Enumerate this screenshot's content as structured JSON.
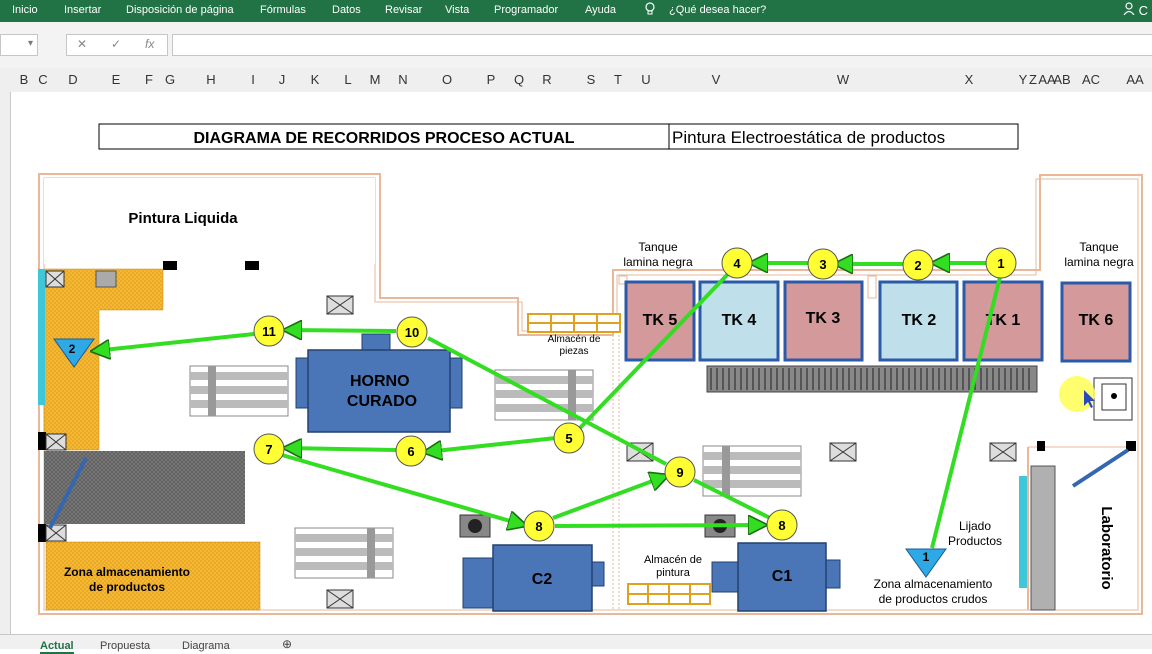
{
  "ribbon": {
    "tabs": [
      "Inicio",
      "Insertar",
      "Disposición de página",
      "Fórmulas",
      "Datos",
      "Revisar",
      "Vista",
      "Programador",
      "Ayuda"
    ],
    "tell_me": "¿Qué desea hacer?",
    "user_initial": "C"
  },
  "formula_bar": {
    "fx": "fx",
    "cancel": "✕",
    "enter": "✓"
  },
  "columns": [
    "B",
    "C",
    "D",
    "E",
    "F",
    "G",
    "H",
    "I",
    "J",
    "K",
    "L",
    "M",
    "N",
    "O",
    "P",
    "Q",
    "R",
    "S",
    "T",
    "U",
    "V",
    "W",
    "X",
    "Y",
    "Z",
    "AA",
    "AB",
    "AC",
    "AA"
  ],
  "diagram": {
    "title": "DIAGRAMA DE RECORRIDOS PROCESO ACTUAL",
    "subtitle": "Pintura Electroestática de productos",
    "areas": {
      "pintura_liquida": "Pintura Liquida",
      "horno": "HORNO CURADO",
      "almacen_piezas": "Almacén de piezas",
      "almacen_pintura": "Almacén de pintura",
      "zona_productos": "Zona almacenamiento de productos",
      "zona_crudos": "Zona almacenamiento de productos crudos",
      "lijado": "Lijado Productos",
      "laboratorio": "Laboratorio",
      "tanque_left": "Tanque lamina negra",
      "tanque_right": "Tanque lamina negra",
      "c1": "C1",
      "c2": "C2"
    },
    "tanks": [
      "TK 5",
      "TK 4",
      "TK 3",
      "TK 2",
      "TK 1",
      "TK 6"
    ],
    "tank_colors": [
      "#d4999a",
      "#bfe0ea",
      "#d4999a",
      "#bfe0ea",
      "#d4999a",
      "#d4999a"
    ],
    "steps": [
      "1",
      "2",
      "3",
      "4",
      "5",
      "6",
      "7",
      "8",
      "9",
      "8",
      "10",
      "11"
    ],
    "triangles": [
      "1",
      "2"
    ]
  },
  "sheet_tabs": [
    "Actual",
    "Propuesta",
    "Diagrama"
  ],
  "colors": {
    "excel_green": "#217346",
    "arrow_green": "#33dd22",
    "node_yellow": "#ffff33",
    "orange_fill": "#f7b733",
    "machine_blue": "#4a76b8",
    "triangle_blue": "#2ea9e6"
  }
}
